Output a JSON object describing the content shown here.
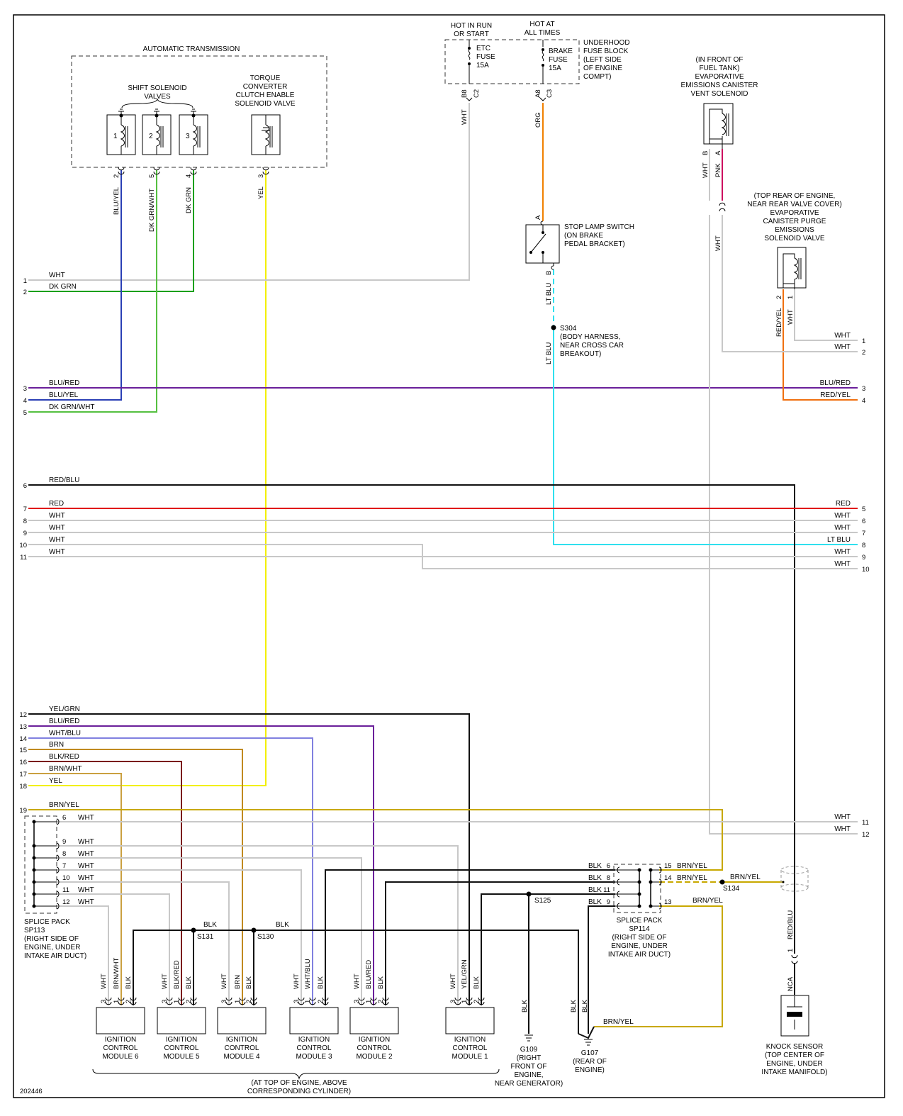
{
  "diagram_id": "202446",
  "colors": {
    "WHT": "#c8c8c8",
    "DK GRN": "#1aa01a",
    "BLU/RED": "#6a1f9a",
    "BLU/YEL": "#2a3fb5",
    "DK GRN/WHT": "#55c040",
    "RED/BLU": "#111111",
    "RED": "#e01010",
    "LT BLU": "#30e0ee",
    "YEL": "#f2f000",
    "YEL/GRN": "#111111",
    "WHT/BLU": "#8080e0",
    "BRN": "#c08a20",
    "BLK/RED": "#7a1616",
    "BRN/WHT": "#caa040",
    "BRN/YEL": "#c8a800",
    "BLK": "#111111",
    "ORG": "#f08000",
    "PNK": "#cc1060",
    "RED/YEL": "#f07010"
  },
  "labels": {
    "auto_trans": "AUTOMATIC TRANSMISSION",
    "shift_solenoids": [
      "SHIFT SOLENOID",
      "VALVES"
    ],
    "tcc_solenoid": [
      "TORQUE",
      "CONVERTER",
      "CLUTCH ENABLE",
      "SOLENOID VALVE"
    ],
    "hot_run": [
      "HOT IN RUN",
      "OR START"
    ],
    "hot_all": [
      "HOT AT",
      "ALL TIMES"
    ],
    "etc_fuse": [
      "ETC",
      "FUSE",
      "15A"
    ],
    "brake_fuse": [
      "BRAKE",
      "FUSE",
      "15A"
    ],
    "fuse_block": [
      "UNDERHOOD",
      "FUSE BLOCK",
      "(LEFT SIDE",
      "OF ENGINE",
      "COMPT)"
    ],
    "vent_solenoid": [
      "(IN FRONT OF",
      "FUEL TANK)",
      "EVAPORATIVE",
      "EMISSIONS CANISTER",
      "VENT SOLENOID"
    ],
    "purge_solenoid": [
      "(TOP REAR OF ENGINE,",
      "NEAR REAR VALVE COVER)",
      "EVAPORATIVE",
      "CANISTER PURGE",
      "EMISSIONS",
      "SOLENOID VALVE"
    ],
    "stop_lamp": [
      "STOP LAMP SWITCH",
      "(ON BRAKE",
      "PEDAL BRACKET)"
    ],
    "s304": [
      "S304",
      "(BODY HARNESS,",
      "NEAR CROSS CAR",
      "BREAKOUT)"
    ],
    "sp113": [
      "SPLICE PACK",
      "SP113",
      "(RIGHT SIDE OF",
      "ENGINE, UNDER",
      "INTAKE AIR DUCT)"
    ],
    "sp114": [
      "SPLICE PACK",
      "SP114",
      "(RIGHT SIDE OF",
      "ENGINE, UNDER",
      "INTAKE AIR DUCT)"
    ],
    "g109": [
      "G109",
      "(RIGHT",
      "FRONT OF",
      "ENGINE,",
      "NEAR GENERATOR)"
    ],
    "g107": [
      "G107",
      "(REAR OF",
      "ENGINE)"
    ],
    "knock": [
      "KNOCK SENSOR",
      "(TOP CENTER OF",
      "ENGINE, UNDER",
      "INTAKE MANIFOLD)"
    ],
    "engine_note": [
      "(AT TOP OF ENGINE, ABOVE",
      "CORRESPONDING CYLINDER)"
    ],
    "s125": "S125",
    "s131": "S131",
    "s130": "S130",
    "s134": "S134",
    "nca": "NCA"
  },
  "modules": [
    {
      "name": [
        "IGNITION",
        "CONTROL",
        "MODULE 6"
      ],
      "pins": [
        "3",
        "1",
        "2"
      ],
      "wires": [
        "WHT",
        "BRN/WHT",
        "BLK"
      ]
    },
    {
      "name": [
        "IGNITION",
        "CONTROL",
        "MODULE 5"
      ],
      "pins": [
        "3",
        "1",
        "2"
      ],
      "wires": [
        "WHT",
        "BLK/RED",
        "BLK"
      ]
    },
    {
      "name": [
        "IGNITION",
        "CONTROL",
        "MODULE 4"
      ],
      "pins": [
        "3",
        "1",
        "2"
      ],
      "wires": [
        "WHT",
        "BRN",
        "BLK"
      ]
    },
    {
      "name": [
        "IGNITION",
        "CONTROL",
        "MODULE 3"
      ],
      "pins": [
        "3",
        "1",
        "2"
      ],
      "wires": [
        "WHT",
        "WHT/BLU",
        "BLK"
      ]
    },
    {
      "name": [
        "IGNITION",
        "CONTROL",
        "MODULE 2"
      ],
      "pins": [
        "3",
        "1",
        "2"
      ],
      "wires": [
        "WHT",
        "BLU/RED",
        "BLK"
      ]
    },
    {
      "name": [
        "IGNITION",
        "CONTROL",
        "MODULE 1"
      ],
      "pins": [
        "3",
        "1",
        "2"
      ],
      "wires": [
        "WHT",
        "YEL/GRN",
        "BLK"
      ]
    }
  ],
  "left_connector": [
    {
      "pin": "1",
      "wire": "WHT"
    },
    {
      "pin": "2",
      "wire": "DK GRN"
    },
    {
      "pin": "3",
      "wire": "BLU/RED"
    },
    {
      "pin": "4",
      "wire": "BLU/YEL"
    },
    {
      "pin": "5",
      "wire": "DK GRN/WHT"
    },
    {
      "pin": "6",
      "wire": "RED/BLU"
    },
    {
      "pin": "7",
      "wire": "RED"
    },
    {
      "pin": "8",
      "wire": "WHT"
    },
    {
      "pin": "9",
      "wire": "WHT"
    },
    {
      "pin": "10",
      "wire": "WHT"
    },
    {
      "pin": "11",
      "wire": "WHT"
    },
    {
      "pin": "12",
      "wire": "YEL/GRN"
    },
    {
      "pin": "13",
      "wire": "BLU/RED"
    },
    {
      "pin": "14",
      "wire": "WHT/BLU"
    },
    {
      "pin": "15",
      "wire": "BRN"
    },
    {
      "pin": "16",
      "wire": "BLK/RED"
    },
    {
      "pin": "17",
      "wire": "BRN/WHT"
    },
    {
      "pin": "18",
      "wire": "YEL"
    },
    {
      "pin": "19",
      "wire": "BRN/YEL"
    }
  ],
  "right_connector": [
    {
      "pin": "1",
      "wire": "WHT"
    },
    {
      "pin": "2",
      "wire": "WHT"
    },
    {
      "pin": "3",
      "wire": "BLU/RED"
    },
    {
      "pin": "4",
      "wire": "RED/YEL"
    },
    {
      "pin": "5",
      "wire": "RED"
    },
    {
      "pin": "6",
      "wire": "WHT"
    },
    {
      "pin": "7",
      "wire": "WHT"
    },
    {
      "pin": "8",
      "wire": "LT BLU"
    },
    {
      "pin": "9",
      "wire": "WHT"
    },
    {
      "pin": "10",
      "wire": "WHT"
    },
    {
      "pin": "11",
      "wire": "WHT"
    },
    {
      "pin": "12",
      "wire": "WHT"
    }
  ],
  "solenoid_pins": [
    {
      "num": "1",
      "pin": "2",
      "wire": "BLU/YEL"
    },
    {
      "num": "2",
      "pin": "5",
      "wire": "DK GRN/WHT"
    },
    {
      "num": "3",
      "pin": "4",
      "wire": "DK GRN"
    }
  ],
  "tcc_pin": {
    "pin": "3",
    "wire": "YEL"
  },
  "fuse_pins": {
    "etc": [
      "B8",
      "C2"
    ],
    "brake": [
      "A8",
      "C3"
    ],
    "etc_wire": "WHT",
    "brake_wire": "ORG"
  },
  "stop_lamp_pins": {
    "in": "A",
    "out": "B",
    "out_wire": "LT BLU",
    "after_splice": "LT BLU"
  },
  "vent_pins": [
    {
      "pin": "B",
      "wire": "WHT"
    },
    {
      "pin": "A",
      "wire": "PNK"
    }
  ],
  "vent_wire_lower": "WHT",
  "purge_pins": [
    {
      "pin": "2",
      "wire": "RED/YEL"
    },
    {
      "pin": "1",
      "wire": "WHT"
    }
  ],
  "sp113_rows": [
    {
      "pin": "6",
      "wire": "WHT"
    },
    {
      "pin": "9",
      "wire": "WHT"
    },
    {
      "pin": "8",
      "wire": "WHT"
    },
    {
      "pin": "7",
      "wire": "WHT"
    },
    {
      "pin": "10",
      "wire": "WHT"
    },
    {
      "pin": "11",
      "wire": "WHT"
    },
    {
      "pin": "12",
      "wire": "WHT"
    }
  ],
  "sp114_left": [
    {
      "pin": "6",
      "wire": "BLK"
    },
    {
      "pin": "8",
      "wire": "BLK"
    },
    {
      "pin": "11",
      "wire": "BLK"
    },
    {
      "pin": "9",
      "wire": "BLK"
    }
  ],
  "sp114_right": [
    {
      "pin": "15",
      "wire": "BRN/YEL"
    },
    {
      "pin": "14",
      "wire": "BRN/YEL"
    },
    {
      "pin": "13",
      "wire": "BRN/YEL"
    }
  ],
  "blk_bus": "BLK",
  "s134_out": "BRN/YEL",
  "g109_wire": "BLK",
  "g107_wires": [
    "BLK",
    "BLK",
    "BRN/YEL"
  ],
  "knock_wire": "RED/BLU"
}
